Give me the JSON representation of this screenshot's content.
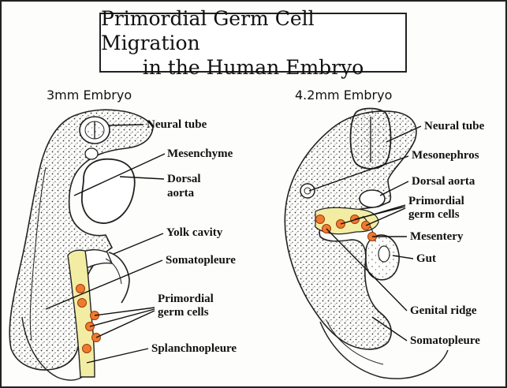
{
  "title": {
    "line1": "Primordial Germ Cell Migration",
    "line2": "in the Human Embryo"
  },
  "left_panel": {
    "heading": "3mm Embryo",
    "labels": {
      "neural_tube": "Neural tube",
      "mesenchyme": "Mesenchyme",
      "dorsal": "Dorsal",
      "aorta": "aorta",
      "yolk_cavity": "Yolk cavity",
      "somatopleure": "Somatopleure",
      "primordial": "Primordial",
      "germ_cells": "germ cells",
      "splanchnopleure": "Splanchnopleure"
    }
  },
  "right_panel": {
    "heading": "4.2mm Embryo",
    "labels": {
      "neural_tube": "Neural tube",
      "mesonephros": "Mesonephros",
      "dorsal_aorta": "Dorsal aorta",
      "primordial": "Primordial",
      "germ_cells": "germ cells",
      "mesentery": "Mesentery",
      "gut": "Gut",
      "genital_ridge": "Genital ridge",
      "somatopleure": "Somatopleure"
    }
  },
  "colors": {
    "germ_cell": "#f07b2e",
    "germ_region": "#f3eda4",
    "outline": "#222222"
  }
}
